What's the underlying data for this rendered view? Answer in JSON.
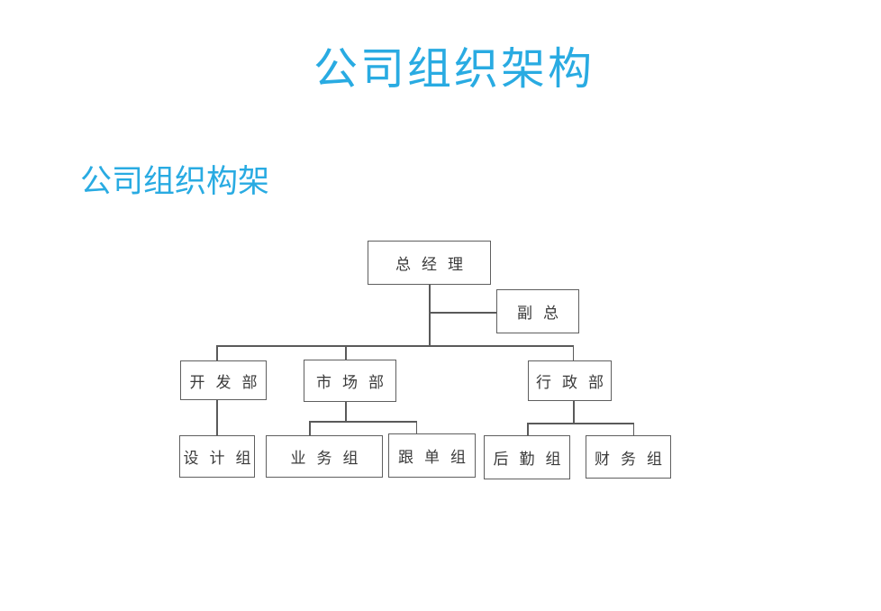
{
  "page": {
    "title": "公司组织架构",
    "subtitle": "公司组织构架",
    "colors": {
      "accent_blue": "#29abe2",
      "line_gray": "#5a5a5a",
      "box_border": "#5f5f5f",
      "box_text": "#3a3a3a",
      "background": "#ffffff"
    }
  },
  "org": {
    "root": {
      "label": "总经理",
      "assistant": {
        "label": "副总"
      },
      "children": [
        {
          "label": "开发部",
          "children": [
            {
              "label": "设计组"
            }
          ]
        },
        {
          "label": "市场部",
          "children": [
            {
              "label": "业务组"
            },
            {
              "label": "跟单组"
            }
          ]
        },
        {
          "label": "行政部",
          "children": [
            {
              "label": "后勤组"
            },
            {
              "label": "财务组"
            }
          ]
        }
      ]
    }
  }
}
